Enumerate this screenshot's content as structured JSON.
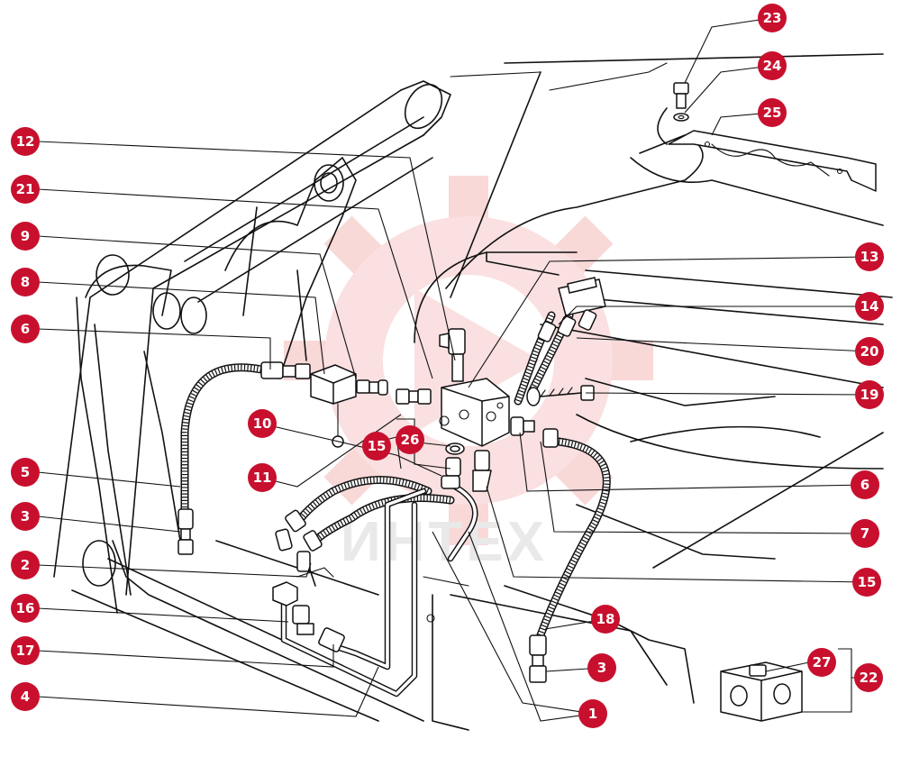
{
  "diagram": {
    "watermark_text": "ИНТЕХ",
    "callouts": [
      "1",
      "2",
      "3",
      "3",
      "4",
      "5",
      "6",
      "6",
      "7",
      "8",
      "9",
      "10",
      "11",
      "12",
      "13",
      "14",
      "15",
      "15",
      "16",
      "17",
      "18",
      "19",
      "20",
      "21",
      "22",
      "23",
      "24",
      "25",
      "26",
      "27"
    ]
  },
  "colors": {
    "badge": "#c8102e",
    "badge_text": "#ffffff",
    "line_art": "#111111",
    "watermark": "#f2c6c6"
  },
  "icons": [
    "gear-watermark-icon"
  ]
}
